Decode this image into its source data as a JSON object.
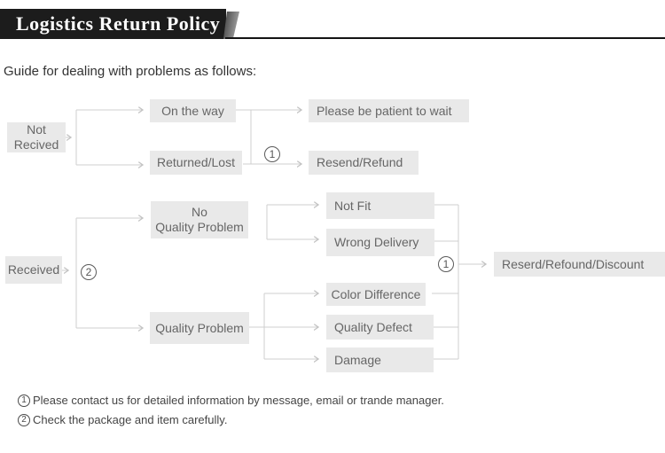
{
  "header": {
    "title": "Logistics Return Policy"
  },
  "intro": "Guide for dealing with problems as follows:",
  "flow": {
    "not_received": "Not\nRecived",
    "on_the_way": "On the way",
    "returned_lost": "Returned/Lost",
    "please_wait": "Please be patient to wait",
    "resend_refund": "Resend/Refund",
    "received": "Received",
    "no_quality_problem": "No\nQuality Problem",
    "quality_problem": "Quality Problem",
    "not_fit": "Not Fit",
    "wrong_delivery": "Wrong Delivery",
    "color_difference": "Color Difference",
    "quality_defect": "Quality Defect",
    "damage": "Damage",
    "result": "Reserd/Refound/Discount",
    "step1_marker": "1",
    "step2_marker": "2"
  },
  "notes": [
    {
      "marker": "1",
      "text": "Please contact us for detailed information by message, email or trande manager."
    },
    {
      "marker": "2",
      "text": "Check the package and item carefully."
    }
  ],
  "colors": {
    "header_bar": "#1c1c1c",
    "node_bg": "#e9e9e9",
    "node_text": "#666666",
    "connector": "#cfcfcf",
    "note_text": "#454545"
  }
}
